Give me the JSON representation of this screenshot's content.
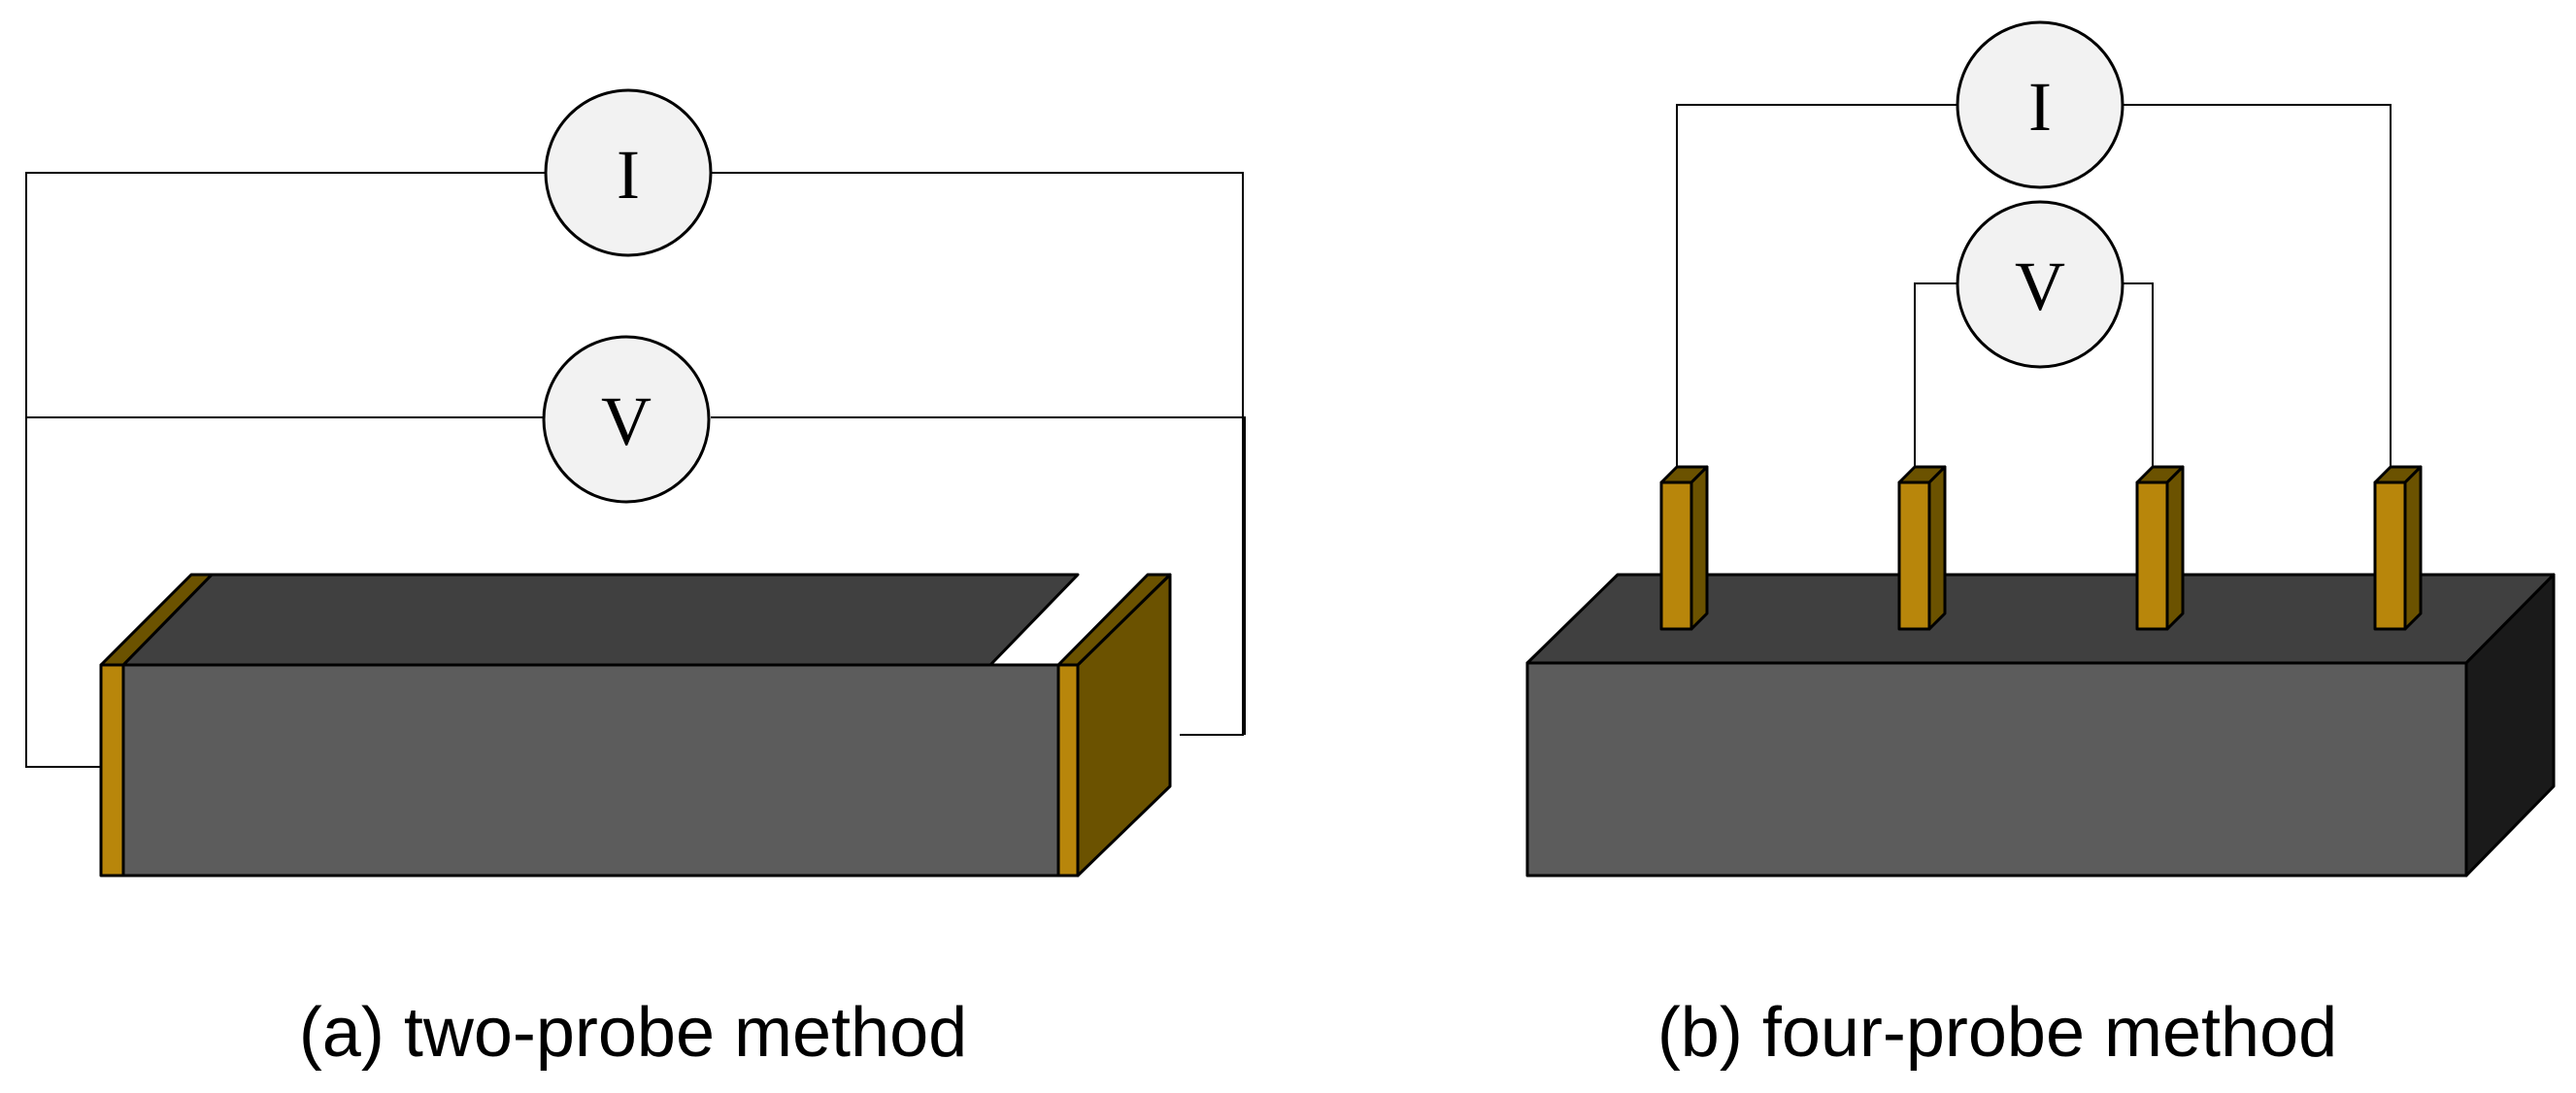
{
  "panel_a": {
    "caption": "(a) two-probe method",
    "current_meter_label": "I",
    "voltage_meter_label": "V"
  },
  "panel_b": {
    "caption": "(b) four-probe method",
    "current_meter_label": "I",
    "voltage_meter_label": "V"
  },
  "colors": {
    "sample_front": "#5c5c5c",
    "sample_top": "#404040",
    "sample_side_dark": "#1a1a1a",
    "electrode_front": "#b8860b",
    "electrode_side": "#6b5200",
    "meter_fill": "#f2f2f2"
  }
}
